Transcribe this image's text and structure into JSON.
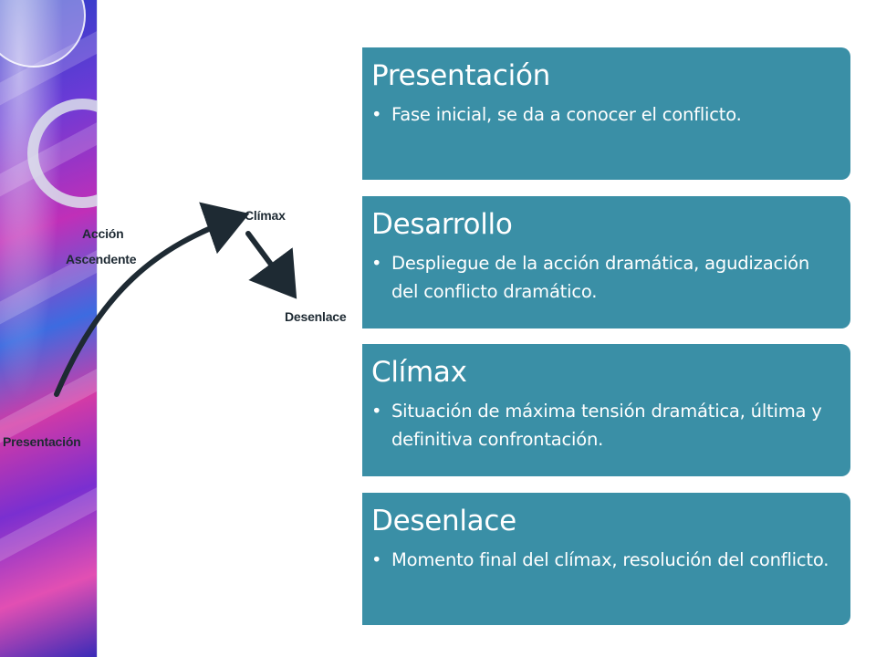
{
  "diagram": {
    "labels": {
      "presentacion": "Presentación",
      "accion": "Acción",
      "ascendente": "Ascendente",
      "climax": "Clímax",
      "desenlace": "Desenlace"
    }
  },
  "cards": [
    {
      "title": "Presentación",
      "bullet": "Fase inicial, se da a conocer el conflicto."
    },
    {
      "title": "Desarrollo",
      "bullet": "Despliegue de la acción dramática, agudización del conflicto dramático."
    },
    {
      "title": "Clímax",
      "bullet": "Situación de máxima tensión dramática, última y definitiva confrontación."
    },
    {
      "title": "Desenlace",
      "bullet": "Momento final del clímax, resolución del conflicto."
    }
  ],
  "colors": {
    "card": "#3a8fa6",
    "arc": "#1e2a33"
  }
}
